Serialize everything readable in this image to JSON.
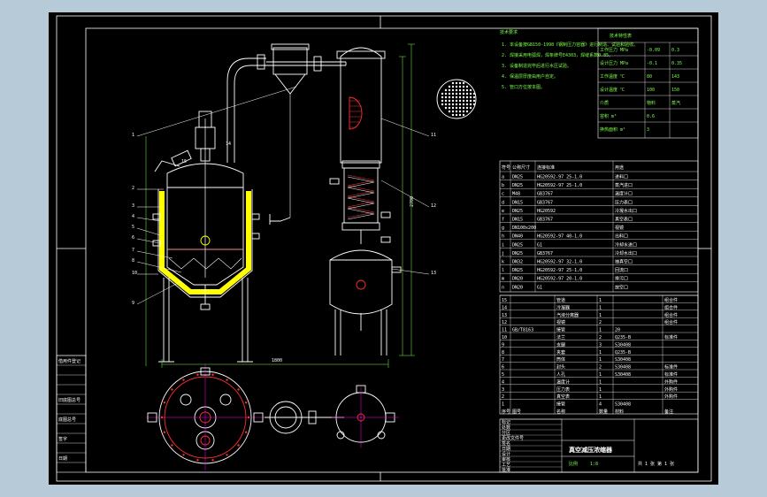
{
  "title_block": {
    "drawing_title": "真空减压浓缩器",
    "scale_label": "比例",
    "scale_value": "1:8",
    "sheet_label": "共 1 张 第 1 张"
  },
  "notes_header": "技术要求",
  "notes": [
    "1. 本设备按GB150-1998《钢制压力容器》进行制造、试验和验收。",
    "2. 焊接采用电弧焊，焊条牌号E4303，焊缝系数0.85。",
    "3. 设备制造完毕后进行水压试验。",
    "4. 保温层厚度由用户自定。",
    "5. 管口方位按本图。"
  ],
  "spec_table": {
    "header": "技术特性表",
    "rows": [
      [
        "工作压力 MPa",
        "-0.09",
        "0.3"
      ],
      [
        "设计压力 MPa",
        "-0.1",
        "0.35"
      ],
      [
        "工作温度 ℃",
        "80",
        "143"
      ],
      [
        "设计温度 ℃",
        "100",
        "150"
      ],
      [
        "介质",
        "物料",
        "蒸汽"
      ],
      [
        "容积 m³",
        "0.6",
        ""
      ],
      [
        "换热面积 m²",
        "3",
        ""
      ]
    ]
  },
  "nozzle_table": {
    "header": [
      "符号",
      "公称尺寸",
      "连接标准",
      "用途"
    ],
    "rows": [
      [
        "a",
        "DN25",
        "HG20592-97 25-1.0",
        "进料口"
      ],
      [
        "b",
        "DN25",
        "HG20592-97 25-1.0",
        "蒸汽进口"
      ],
      [
        "c",
        "M48",
        "GB3767",
        "温度计口"
      ],
      [
        "d",
        "DN15",
        "GB3767",
        "压力表口"
      ],
      [
        "e",
        "DN25",
        "HG20592",
        "冷凝水出口"
      ],
      [
        "f",
        "DN15",
        "GB3767",
        "真空表口"
      ],
      [
        "g",
        "DN100x200",
        "",
        "视镜"
      ],
      [
        "h",
        "DN40",
        "HG20592-97 40-1.0",
        "出料口"
      ],
      [
        "i",
        "DN25",
        "G1",
        "冷却水进口"
      ],
      [
        "j",
        "DN25",
        "GB3767",
        "冷却水出口"
      ],
      [
        "k",
        "DN32",
        "HG20592-97 32-1.0",
        "抽真空口"
      ],
      [
        "l",
        "DN25",
        "HG20592-97 25-1.0",
        "回流口"
      ],
      [
        "m",
        "DN20",
        "HG20592-97 20-1.0",
        "排污口"
      ],
      [
        "n",
        "DN20",
        "G1",
        "放空口"
      ]
    ]
  },
  "parts_table": {
    "rows": [
      [
        "15",
        "",
        "管道",
        "1",
        "",
        "组合件"
      ],
      [
        "14",
        "",
        "冷凝器",
        "1",
        "",
        "组合件"
      ],
      [
        "13",
        "",
        "汽液分离器",
        "1",
        "",
        "组合件"
      ],
      [
        "12",
        "",
        "视镜",
        "2",
        "",
        "组合件"
      ],
      [
        "11",
        "GB/T8163",
        "接管",
        "1",
        "20",
        ""
      ],
      [
        "10",
        "",
        "法兰",
        "2",
        "Q235-B",
        "标准件"
      ],
      [
        "9",
        "",
        "支腿",
        "3",
        "S30408",
        ""
      ],
      [
        "8",
        "",
        "夹套",
        "1",
        "Q235-B",
        ""
      ],
      [
        "7",
        "",
        "筒体",
        "1",
        "S30408",
        ""
      ],
      [
        "6",
        "",
        "封头",
        "2",
        "S30408",
        "标准件"
      ],
      [
        "5",
        "",
        "人孔",
        "1",
        "S30408",
        "标准件"
      ],
      [
        "4",
        "",
        "温度计",
        "1",
        "",
        "外购件"
      ],
      [
        "3",
        "",
        "压力表",
        "1",
        "",
        "外购件"
      ],
      [
        "2",
        "",
        "真空表",
        "1",
        "",
        "外购件"
      ],
      [
        "1",
        "",
        "接管",
        "4",
        "S30408",
        ""
      ]
    ],
    "header": [
      "序号",
      "图号",
      "名称",
      "数量",
      "材料",
      "备注"
    ]
  },
  "revision_table": {
    "rows": [
      "标记",
      "处数",
      "分区",
      "更改文件号",
      "签名",
      "日期",
      "设计",
      "审核",
      "工艺",
      "批准"
    ]
  },
  "left_margin_table": {
    "rows": [
      "借用件登记",
      "",
      "",
      "",
      "旧底图总号",
      "",
      "底图总号",
      "",
      "签字",
      "",
      "日期",
      ""
    ]
  },
  "dimensions": {
    "overall_width": "1800",
    "overall_height": "2700"
  },
  "leader_labels": [
    "1",
    "2",
    "3",
    "4",
    "5",
    "6",
    "7",
    "8",
    "9",
    "10",
    "11",
    "12",
    "13",
    "14",
    "15"
  ],
  "colors": {
    "frame": "#ffffff",
    "outline": "#ffffff",
    "jacket_fill": "#ffff00",
    "dimension": "#7dff4a",
    "centerline": "#ff00ff",
    "leader": "#00ffff",
    "red_detail": "#ff3030",
    "text_green": "#7dff4a"
  }
}
